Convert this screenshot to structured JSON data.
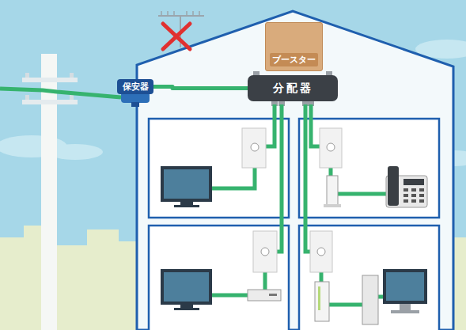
{
  "diagram": {
    "nodes": [
      {
        "text": [
          "保安器"
        ]
      },
      {
        "text": [
          "ブースター"
        ]
      },
      {
        "text": [
          "分配器"
        ]
      }
    ],
    "edges": [
      {
        "from": 0,
        "to": 2,
        "arrow": "none"
      }
    ]
  }
}
